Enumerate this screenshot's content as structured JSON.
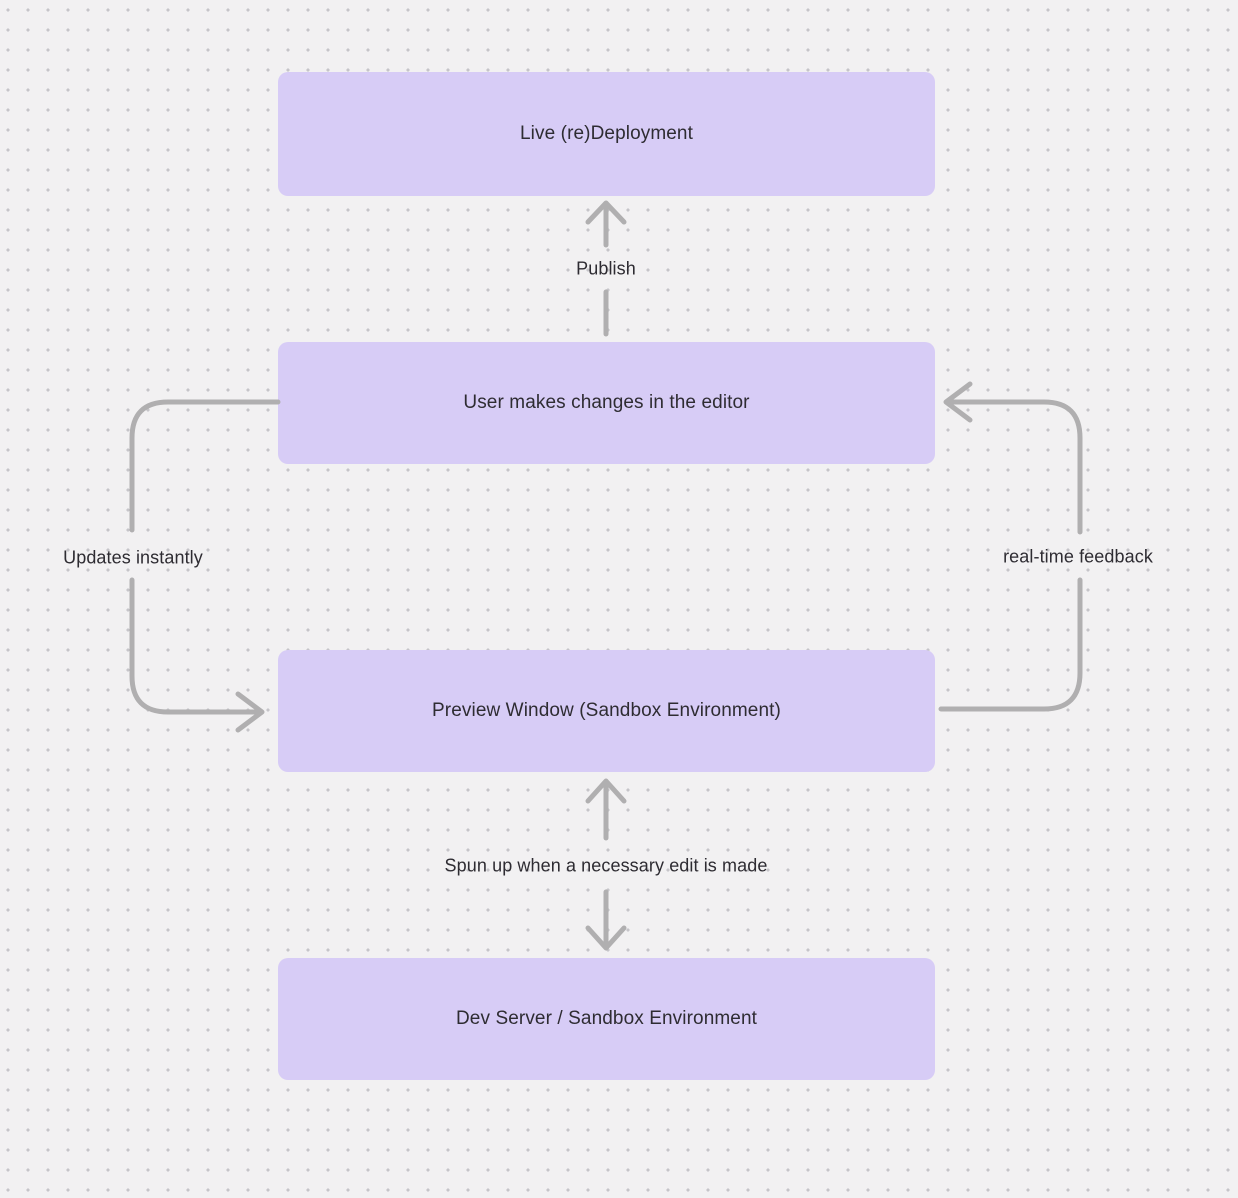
{
  "canvas": {
    "background_color": "#f2f1f2",
    "dot_color": "#c6c5c9",
    "node_fill_color": "#d7ccf6",
    "arrow_color": "#b0afb0",
    "text_color": "#2e2c32"
  },
  "nodes": [
    {
      "id": "live-deployment",
      "label": "Live (re)Deployment"
    },
    {
      "id": "editor-changes",
      "label": "User makes changes in the editor"
    },
    {
      "id": "preview-window",
      "label": "Preview Window (Sandbox Environment)"
    },
    {
      "id": "dev-server",
      "label": "Dev Server / Sandbox Environment"
    }
  ],
  "edges": [
    {
      "id": "publish",
      "label": "Publish",
      "from": "editor-changes",
      "to": "live-deployment",
      "direction": "up"
    },
    {
      "id": "updates-instantly",
      "label": "Updates instantly",
      "from": "editor-changes",
      "to": "preview-window",
      "direction": "left-loop-down"
    },
    {
      "id": "real-time-feedback",
      "label": "real-time feedback",
      "from": "preview-window",
      "to": "editor-changes",
      "direction": "right-loop-up"
    },
    {
      "id": "spun-up",
      "label": "Spun up when a necessary edit is made",
      "from": "preview-window",
      "to": "dev-server",
      "direction": "bidirectional"
    }
  ]
}
